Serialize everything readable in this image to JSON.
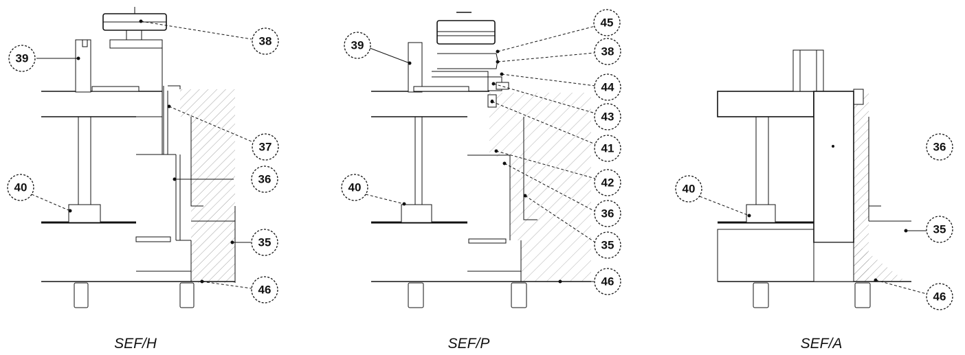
{
  "views": [
    {
      "caption": "SEF/H",
      "callouts": [
        "38",
        "39",
        "37",
        "36",
        "40",
        "35",
        "46"
      ]
    },
    {
      "caption": "SEF/P",
      "callouts": [
        "45",
        "39",
        "38",
        "44",
        "43",
        "41",
        "42",
        "40",
        "36",
        "35",
        "46"
      ]
    },
    {
      "caption": "SEF/A",
      "callouts": [
        "36",
        "40",
        "35",
        "46"
      ]
    }
  ]
}
